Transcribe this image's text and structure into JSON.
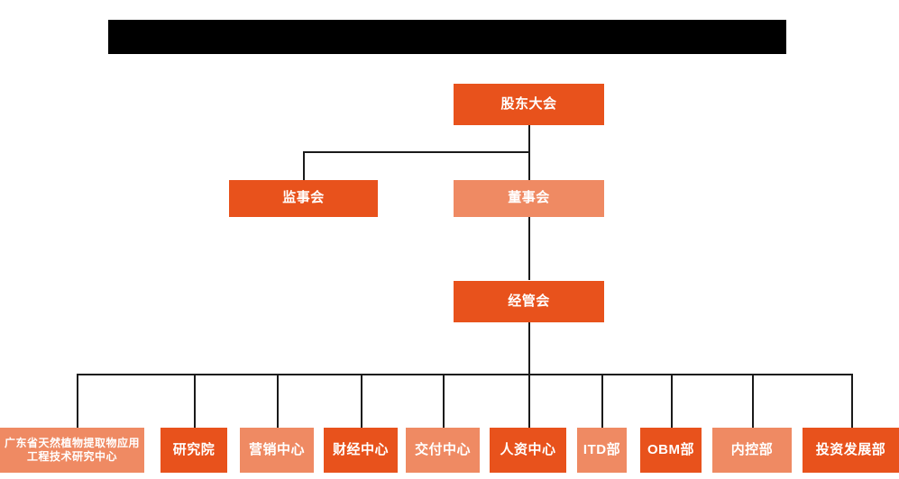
{
  "header": {
    "redaction_bar": "",
    "redacted": true
  },
  "chart_data": {
    "type": "diagram",
    "diagram_type": "organization-chart",
    "title": "",
    "colors": {
      "dark_orange": "#E8521C",
      "light_orange": "#EF8A63",
      "connector": "#1a1a1a",
      "background": "#FFFFFF",
      "redaction": "#000000",
      "text": "#FFFFFF"
    },
    "levels": [
      {
        "level": 1,
        "nodes": [
          {
            "id": "shareholders",
            "label": "股东大会",
            "color": "dark"
          }
        ]
      },
      {
        "level": 2,
        "nodes": [
          {
            "id": "supervisors",
            "label": "监事会",
            "color": "dark"
          },
          {
            "id": "directors",
            "label": "董事会",
            "color": "light"
          }
        ]
      },
      {
        "level": 3,
        "nodes": [
          {
            "id": "management",
            "label": "经管会",
            "color": "dark"
          }
        ]
      },
      {
        "level": 4,
        "nodes": [
          {
            "id": "research-center",
            "label": "广东省天然植物提取物应用工程技术研究中心",
            "color": "light"
          },
          {
            "id": "institute",
            "label": "研究院",
            "color": "dark"
          },
          {
            "id": "marketing",
            "label": "营销中心",
            "color": "light"
          },
          {
            "id": "finance",
            "label": "财经中心",
            "color": "dark"
          },
          {
            "id": "delivery",
            "label": "交付中心",
            "color": "light"
          },
          {
            "id": "hr",
            "label": "人资中心",
            "color": "dark"
          },
          {
            "id": "itd",
            "label": "ITD部",
            "color": "light"
          },
          {
            "id": "obm",
            "label": "OBM部",
            "color": "dark"
          },
          {
            "id": "internal-control",
            "label": "内控部",
            "color": "light"
          },
          {
            "id": "investment",
            "label": "投资发展部",
            "color": "dark"
          }
        ]
      }
    ],
    "edges": [
      {
        "from": "shareholders",
        "to": "supervisors"
      },
      {
        "from": "shareholders",
        "to": "directors"
      },
      {
        "from": "directors",
        "to": "management"
      },
      {
        "from": "management",
        "to": "research-center"
      },
      {
        "from": "management",
        "to": "institute"
      },
      {
        "from": "management",
        "to": "marketing"
      },
      {
        "from": "management",
        "to": "finance"
      },
      {
        "from": "management",
        "to": "delivery"
      },
      {
        "from": "management",
        "to": "hr"
      },
      {
        "from": "management",
        "to": "itd"
      },
      {
        "from": "management",
        "to": "obm"
      },
      {
        "from": "management",
        "to": "internal-control"
      },
      {
        "from": "management",
        "to": "investment"
      }
    ]
  },
  "nodes": {
    "shareholders": {
      "label": "股东大会"
    },
    "supervisors": {
      "label": "监事会"
    },
    "directors": {
      "label": "董事会"
    },
    "management": {
      "label": "经管会"
    },
    "research_center": {
      "label": "广东省天然植物提取物应用工程技术研究中心"
    },
    "institute": {
      "label": "研究院"
    },
    "marketing": {
      "label": "营销中心"
    },
    "finance": {
      "label": "财经中心"
    },
    "delivery": {
      "label": "交付中心"
    },
    "hr": {
      "label": "人资中心"
    },
    "itd": {
      "label": "ITD部"
    },
    "obm": {
      "label": "OBM部"
    },
    "internal_control": {
      "label": "内控部"
    },
    "investment": {
      "label": "投资发展部"
    }
  }
}
